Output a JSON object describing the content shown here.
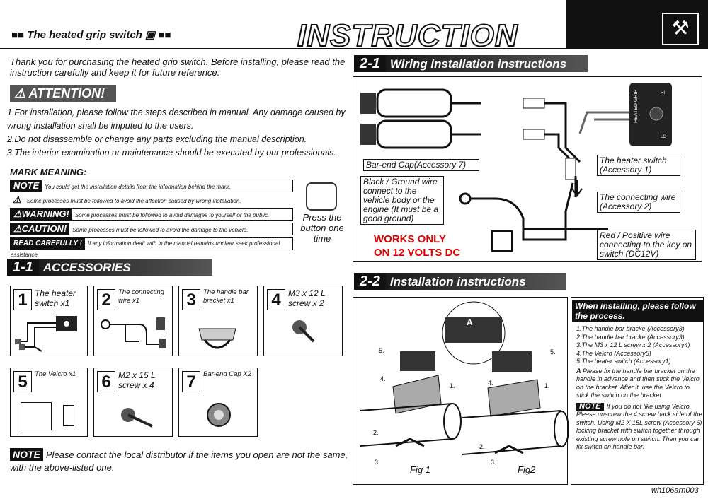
{
  "header": {
    "product_title": "The heated grip switch",
    "main_title": "INSTRUCTION"
  },
  "intro": "Thank you for purchasing the heated grip switch. Before installing, please read the instruction carefully and keep it for future reference.",
  "attention": {
    "title": "ATTENTION!",
    "items": [
      "1.For installation, please follow the steps described in manual. Any damage caused by wrong installation shall be imputed to the users.",
      "2.Do not disassemble or change any parts excluding the manual description.",
      "3.The interior examination or maintenance should be executed by our professionals."
    ]
  },
  "mark_meaning": {
    "title": "MARK MEANING:",
    "rows": [
      {
        "tag": "NOTE",
        "text": "You could get the installation details from the information behind the mark."
      },
      {
        "tag": "⚠",
        "text": "Some processes must be followed to avoid the affection caused by wrong installation."
      },
      {
        "tag": "⚠WARNING!",
        "text": "Some processes must be followed to avoid damages to yourself or the public."
      },
      {
        "tag": "⚠CAUTION!",
        "text": "Some processes must be followed to avoid the damage to the vehicle."
      },
      {
        "tag": "READ CAREFULLY !",
        "text": "If any information dealt with in the manual remains unclear seek professional assistance."
      }
    ],
    "press_text": "Press the button one time"
  },
  "accessories": {
    "num": "1-1",
    "title": "ACCESSORIES",
    "items": [
      {
        "n": "1",
        "label": "The heater switch x1"
      },
      {
        "n": "2",
        "label": "The connecting wire x1"
      },
      {
        "n": "3",
        "label": "The handle bar bracket x1"
      },
      {
        "n": "4",
        "label": "M3 x 12 L screw x 2"
      },
      {
        "n": "5",
        "label": "The Velcro x1"
      },
      {
        "n": "6",
        "label": "M2 x 15 L screw x 4"
      },
      {
        "n": "7",
        "label": "Bar-end Cap X2"
      }
    ],
    "note": "Please contact the local distributor if the items you open are not the same, with the above-listed one.",
    "note_tag": "NOTE"
  },
  "wiring": {
    "num": "2-1",
    "title": "Wiring installation instructions",
    "labels": {
      "bar_end": "Bar-end Cap(Accessory 7)",
      "heater_switch": "The heater switch (Accessory 1)",
      "ground": "Black / Ground wire connect to the vehicle body or the engine (It must be a good ground)",
      "connecting_wire": "The connecting wire (Accessory 2)",
      "positive": "Red / Positive wire connecting to the key on switch (DC12V)"
    },
    "works": [
      "WORKS ONLY",
      "ON 12 VOLTS DC"
    ],
    "switch_text": "HEATED GRIP",
    "hi": "HI",
    "lo": "LO"
  },
  "install": {
    "num": "2-2",
    "title": "Installation instructions",
    "header": "When installing, please follow the process.",
    "steps": [
      "1.The handle bar bracke (Accessory3)",
      "2.The handle bar bracke (Accessory3)",
      "3.The M3 x 12 L screw x 2 (Accessory4)",
      "4.The Velcro (Accessory5)",
      "5.The heater switch (Accessory1)"
    ],
    "tip": "Please fix the handle bar bracket on the handle in advance and then stick the Velcro on the bracket. After it, use the Velcro to stick the switch on the bracket.",
    "tip_mark": "A",
    "note_tag": "NOTE",
    "note": "If you do not like using Velcro. Please unscrew the 4 screw back side of the switch. Using M2 X 15L screw (Accessory 6) locking bracket with switch together through existing screw hole on switch. Then you can fix switch on handle bar.",
    "fig1": "Fig 1",
    "fig2": "Fig2",
    "callouts": [
      "5.",
      "4.",
      "1.",
      "2.",
      "3.",
      "5.",
      "4.",
      "2.",
      "1.",
      "3."
    ],
    "detail_label": "A"
  },
  "code": "wh106arn003"
}
